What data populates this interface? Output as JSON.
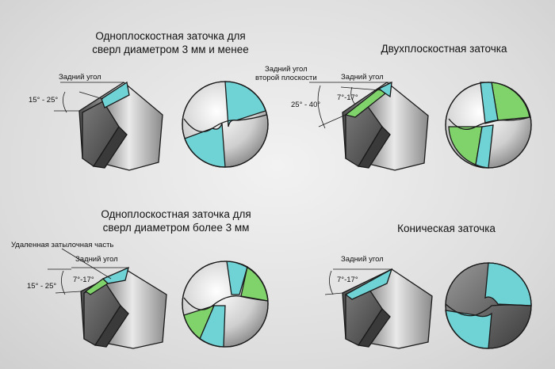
{
  "panels": {
    "p1": {
      "title_line1": "Одноплоскостная заточка для",
      "title_line2": "сверл диаметром 3 мм и менее",
      "rear_angle": "Задний угол",
      "angle_value": "15° - 25°"
    },
    "p2": {
      "title": "Двухплоскостная заточка",
      "second_plane_line1": "Задний угол",
      "second_plane_line2": "второй плоскости",
      "rear_angle": "Задний угол",
      "angle_small": "7°-17°",
      "angle_large": "25° - 40°"
    },
    "p3": {
      "title_line1": "Одноплоскостная заточка для",
      "title_line2": "сверл диаметром более 3 мм",
      "removed_part": "Удаленная затылочная часть",
      "rear_angle": "Задний угол",
      "angle_small": "7°-17°",
      "angle_large": "15° - 25°"
    },
    "p4": {
      "title": "Коническая заточка",
      "rear_angle": "Задний угол",
      "angle_small": "7°-17°"
    }
  },
  "colors": {
    "teal": "#6fd3d6",
    "green": "#7fd36a",
    "steel_dark": "#5f5f5f",
    "steel_light": "#e6e6e6",
    "outline": "#1a1a1a"
  }
}
